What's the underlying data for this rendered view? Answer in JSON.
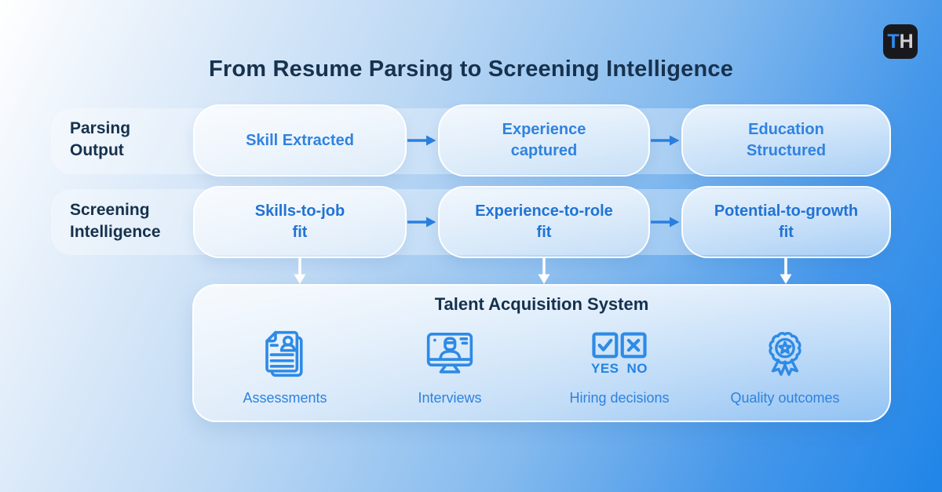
{
  "header": {
    "title": "From Resume Parsing to Screening Intelligence",
    "logo": {
      "letter_t": "T",
      "letter_h": "H"
    }
  },
  "rows": [
    {
      "label_lines": [
        "Parsing",
        "Output"
      ],
      "pills": [
        {
          "lines": [
            "Skill Extracted"
          ]
        },
        {
          "lines": [
            "Experience",
            "captured"
          ]
        },
        {
          "lines": [
            "Education",
            "Structured"
          ]
        }
      ]
    },
    {
      "label_lines": [
        "Screening",
        "Intelligence"
      ],
      "pills": [
        {
          "lines": [
            "Skills-to-job",
            "fit"
          ]
        },
        {
          "lines": [
            "Experience-to-role",
            "fit"
          ]
        },
        {
          "lines": [
            "Potential-to-growth",
            "fit"
          ]
        }
      ]
    }
  ],
  "system_box": {
    "title": "Talent Acquisition System",
    "items": [
      {
        "icon": "resume-documents-icon",
        "label": "Assessments"
      },
      {
        "icon": "video-interview-monitor-icon",
        "label": "Interviews"
      },
      {
        "icon": "yes-no-checkboxes-icon",
        "label": "Hiring decisions",
        "yes_label": "YES",
        "no_label": "NO"
      },
      {
        "icon": "award-ribbon-icon",
        "label": "Quality outcomes"
      }
    ]
  },
  "colors": {
    "heading_text": "#17324E",
    "pill_text_row1": "#2F83E0",
    "pill_text_row2": "#2173D4",
    "icon_accent": "#2E8AE6",
    "arrow_blue": "#2B7FE0",
    "down_arrow": "#FFFFFF",
    "logo_background": "#19191D",
    "logo_t": "#2E8CF0",
    "logo_h": "#CFCFD4",
    "background_start": "#FFFFFF",
    "background_end": "#1F85E8"
  }
}
